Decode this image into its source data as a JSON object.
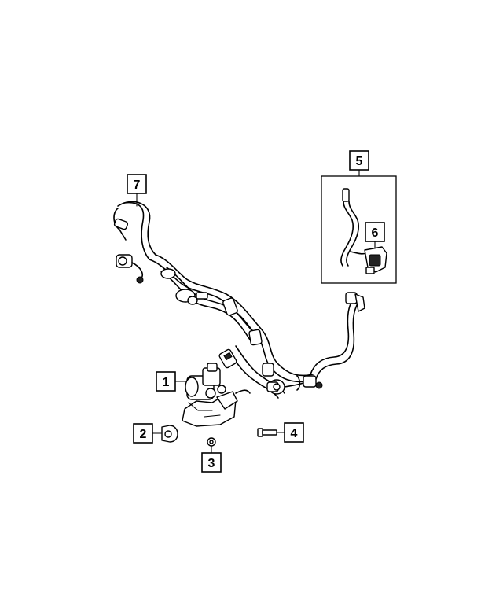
{
  "callouts": [
    {
      "id": "1",
      "label": "1"
    },
    {
      "id": "2",
      "label": "2"
    },
    {
      "id": "3",
      "label": "3"
    },
    {
      "id": "4",
      "label": "4"
    },
    {
      "id": "5",
      "label": "5"
    },
    {
      "id": "6",
      "label": "6"
    },
    {
      "id": "7",
      "label": "7"
    }
  ],
  "colors": {
    "line": "#000000",
    "background": "#ffffff",
    "fill": "#222222"
  }
}
